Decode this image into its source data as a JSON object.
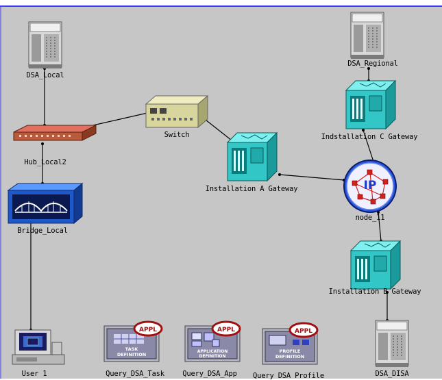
{
  "nodes": [
    {
      "id": "dsa_local",
      "label": "DSA_Local",
      "icon": "server-icon"
    },
    {
      "id": "hub_local2",
      "label": "Hub_Local2",
      "icon": "hub-icon"
    },
    {
      "id": "bridge_local",
      "label": "Bridge_Local",
      "icon": "bridge-icon"
    },
    {
      "id": "user1",
      "label": "User 1",
      "icon": "workstation-icon"
    },
    {
      "id": "switch",
      "label": "Switch",
      "icon": "switch-icon"
    },
    {
      "id": "gw_a",
      "label": "Installation A Gateway",
      "icon": "gateway-icon"
    },
    {
      "id": "dsa_regional",
      "label": "DSA_Regional",
      "icon": "server-icon"
    },
    {
      "id": "gw_c",
      "label": "Indstallation C Gateway",
      "icon": "gateway-icon"
    },
    {
      "id": "node11",
      "label": "node_11",
      "icon": "ip-cloud-icon"
    },
    {
      "id": "gw_b",
      "label": "Installation B Gateway",
      "icon": "gateway-icon"
    },
    {
      "id": "dsa_disa",
      "label": "DSA_DISA",
      "icon": "server-icon"
    },
    {
      "id": "query_task",
      "label": "Query_DSA_Task",
      "icon": "task-definition-icon",
      "badge": "APPL",
      "caption": [
        "TASK",
        "DEFINITION"
      ]
    },
    {
      "id": "query_app",
      "label": "Query_DSA_App",
      "icon": "application-definition-icon",
      "badge": "APPL",
      "caption": [
        "APPLICATION",
        "DEFINITION"
      ]
    },
    {
      "id": "query_profile",
      "label": "Query DSA Profile",
      "icon": "profile-definition-icon",
      "badge": "APPL",
      "caption": [
        "PROFILE",
        "DEFINITION"
      ]
    }
  ],
  "links": [
    [
      "dsa_local",
      "hub_local2"
    ],
    [
      "hub_local2",
      "switch"
    ],
    [
      "hub_local2",
      "bridge_local"
    ],
    [
      "bridge_local",
      "user1"
    ],
    [
      "switch",
      "gw_a"
    ],
    [
      "gw_a",
      "node11"
    ],
    [
      "dsa_regional",
      "gw_c"
    ],
    [
      "gw_c",
      "node11"
    ],
    [
      "node11",
      "gw_b"
    ],
    [
      "gw_b",
      "dsa_disa"
    ]
  ],
  "ip_text": "IP",
  "colors": {
    "canvas": "#c6c6c6",
    "frame": "#3c3cff",
    "link": "#000000",
    "gateway": "#33c6c6",
    "hub": "#b85a3c",
    "bridge": "#1f58c8",
    "switch": "#d8d69c",
    "appl_badge": "#a01010"
  }
}
